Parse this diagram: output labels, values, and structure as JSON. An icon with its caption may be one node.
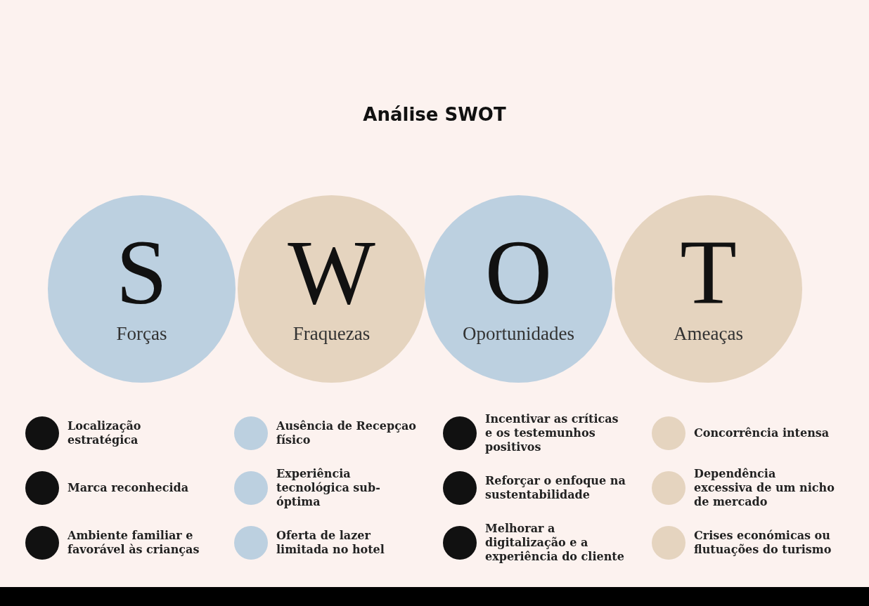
{
  "diagram": {
    "title": "Análise SWOT",
    "nodes": [
      {
        "text": [
          "S",
          "Forças"
        ]
      },
      {
        "text": [
          "W",
          "Fraquezas"
        ]
      },
      {
        "text": [
          "O",
          "Oportunidades"
        ]
      },
      {
        "text": [
          "T",
          "Ameaças"
        ]
      }
    ],
    "labels": [
      "Localização estratégica",
      "Ausência de Recepçao físico",
      "Incentivar as críticas e os testemunhos positivos",
      "Concorrência intensa",
      "Marca reconhecida",
      "Experiência tecnológica sub-óptima",
      "Reforçar o enfoque na sustentabilidade",
      "Dependência excessiva de um nicho de mercado",
      "Ambiente familiar e favorável às crianças",
      "Oferta de lazer limitada no hotel",
      "Melhorar a digitalização e a experiência do cliente",
      "Crises económicas ou flutuações do turismo"
    ]
  }
}
